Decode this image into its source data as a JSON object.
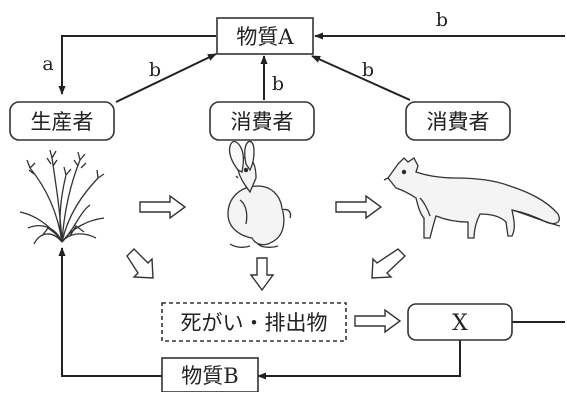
{
  "diagram": {
    "nodes": {
      "substance_a": "物質A",
      "producer": "生産者",
      "consumer_1": "消費者",
      "consumer_2": "消費者",
      "dead_waste": "死がい・排出物",
      "x": "X",
      "substance_b": "物質B"
    },
    "arrow_labels": {
      "a_from_substance_a": "a",
      "b_from_producer": "b",
      "b_from_consumer_1": "b",
      "b_from_consumer_2": "b",
      "b_from_x": "b"
    },
    "organisms": {
      "plant": "grass-plant",
      "herbivore": "rabbit",
      "carnivore": "fox"
    }
  }
}
